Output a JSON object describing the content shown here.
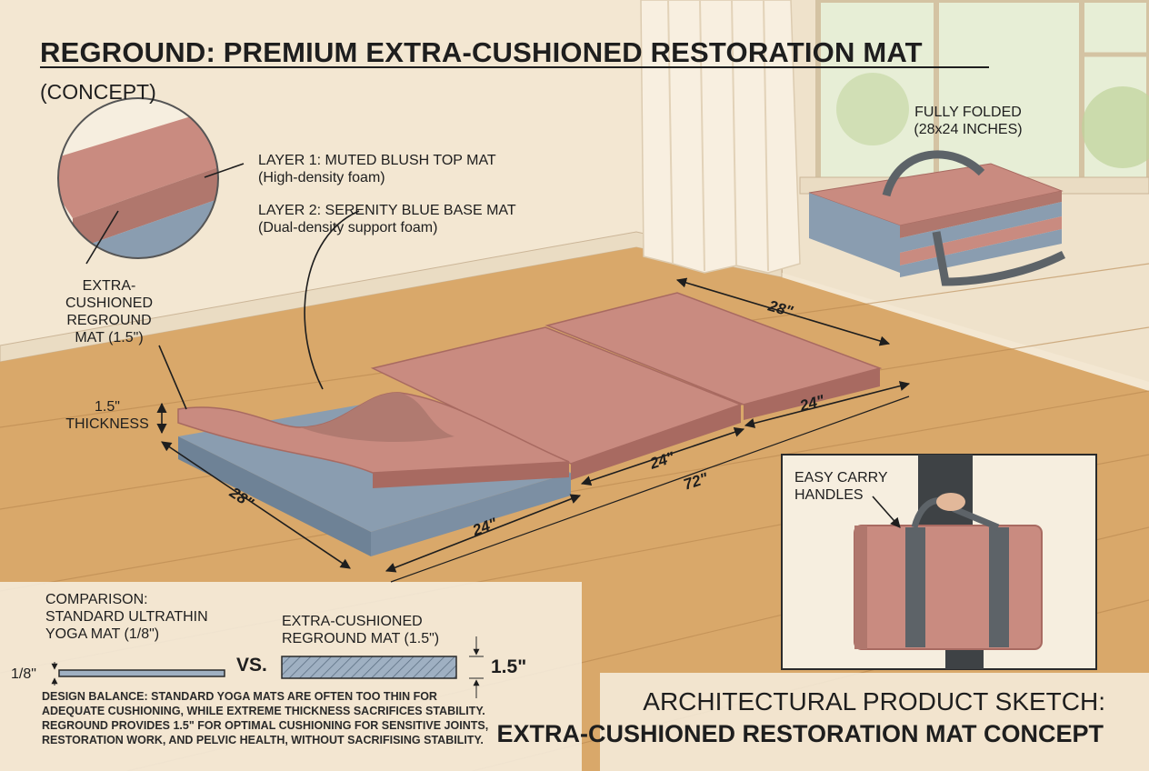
{
  "title": "REGROUND: PREMIUM EXTRA-CUSHIONED RESTORATION MAT",
  "subtitle": "(CONCEPT)",
  "callouts": {
    "layer1_title": "LAYER 1: MUTED BLUSH TOP MAT",
    "layer1_desc": "(High-density foam)",
    "layer2_title": "LAYER 2: SERENITY BLUE BASE MAT",
    "layer2_desc": "(Dual-density support foam)",
    "inset_label": [
      "EXTRA-",
      "CUSHIONED",
      "REGROUND",
      "MAT (1.5\")"
    ],
    "thickness_value": "1.5\"",
    "thickness_label": "THICKNESS",
    "folded_title": "FULLY FOLDED",
    "folded_size": "(28x24 INCHES)",
    "carry_label": [
      "EASY CARRY",
      "HANDLES"
    ]
  },
  "dimensions": {
    "width_left": "28\"",
    "width_right": "28\"",
    "segment_right": "24\"",
    "segment_middle": "24\"",
    "segment_left": "24\"",
    "total_length": "72\""
  },
  "comparison": {
    "heading": "COMPARISON:",
    "standard_label": [
      "STANDARD ULTRATHIN",
      "YOGA MAT (1/8\")"
    ],
    "standard_thickness": "1/8\"",
    "vs": "VS.",
    "reground_label": [
      "EXTRA-CUSHIONED",
      "REGROUND MAT (1.5\")"
    ],
    "reground_thickness": "1.5\""
  },
  "design_note": [
    "DESIGN BALANCE: STANDARD YOGA MATS ARE OFTEN TOO THIN FOR",
    "ADEQUATE CUSHIONING, WHILE EXTREME THICKNESS SACRIFICES STABILITY.",
    "REGROUND PROVIDES 1.5\" FOR OPTIMAL CUSHIONING FOR SENSITIVE JOINTS,",
    "RESTORATION WORK, AND PELVIC HEALTH, WITHOUT SACRIFISING STABILITY."
  ],
  "footer": {
    "line1": "ARCHITECTURAL PRODUCT SKETCH:",
    "line2": "EXTRA-CUSHIONED RESTORATION MAT CONCEPT"
  },
  "colors": {
    "blush": "#c98b80",
    "blush_dark": "#a86a61",
    "blue": "#8a9db0",
    "blue_dark": "#6e8296",
    "floor": "#d9a86a",
    "wall": "#f3e7d2",
    "strap": "#5d6368"
  }
}
